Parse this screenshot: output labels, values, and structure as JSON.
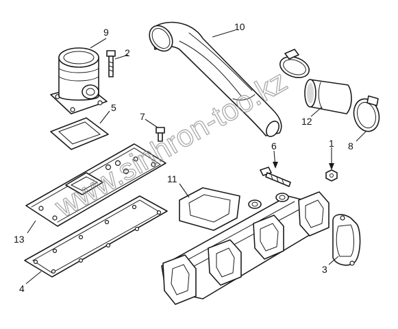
{
  "diagram": {
    "callouts": [
      {
        "id": "9",
        "label": "9"
      },
      {
        "id": "2",
        "label": "2"
      },
      {
        "id": "10",
        "label": "10"
      },
      {
        "id": "5",
        "label": "5"
      },
      {
        "id": "7",
        "label": "7"
      },
      {
        "id": "12",
        "label": "12"
      },
      {
        "id": "6",
        "label": "6"
      },
      {
        "id": "1",
        "label": "1"
      },
      {
        "id": "8",
        "label": "8"
      },
      {
        "id": "11",
        "label": "11"
      },
      {
        "id": "13",
        "label": "13"
      },
      {
        "id": "3",
        "label": "3"
      },
      {
        "id": "4",
        "label": "4"
      }
    ],
    "watermark": "www.sinhron-too.kz"
  }
}
